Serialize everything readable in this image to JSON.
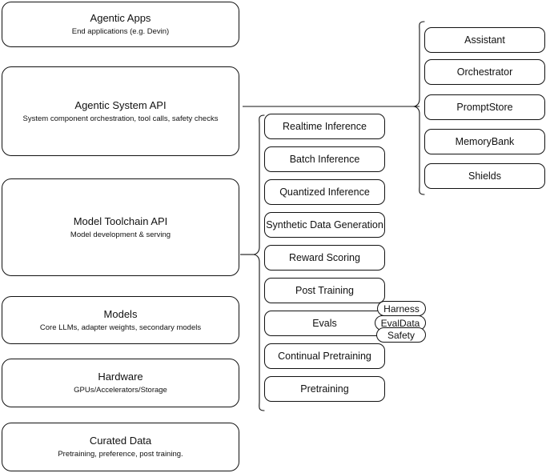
{
  "diagram": {
    "title": "Agentic stack layers",
    "stroke_color": "#111111",
    "background_color": "#ffffff",
    "layers": [
      {
        "title": "Agentic Apps",
        "subtitle": "End applications (e.g. Devin)"
      },
      {
        "title": "Agentic System API",
        "subtitle": "System component orchestration, tool calls, safety checks"
      },
      {
        "title": "Model Toolchain API",
        "subtitle": "Model development & serving"
      },
      {
        "title": "Models",
        "subtitle": "Core LLMs, adapter weights, secondary models"
      },
      {
        "title": "Hardware",
        "subtitle": "GPUs/Accelerators/Storage"
      },
      {
        "title": "Curated Data",
        "subtitle": "Pretraining, preference, post training."
      }
    ],
    "toolchain_capabilities": [
      {
        "label": "Realtime Inference"
      },
      {
        "label": "Batch Inference"
      },
      {
        "label": "Quantized Inference"
      },
      {
        "label": "Synthetic Data Generation"
      },
      {
        "label": "Reward Scoring"
      },
      {
        "label": "Post Training"
      },
      {
        "label": "Evals"
      },
      {
        "label": "Continual Pretraining"
      },
      {
        "label": "Pretraining"
      }
    ],
    "agentic_components": [
      {
        "label": "Assistant"
      },
      {
        "label": "Orchestrator"
      },
      {
        "label": "PromptStore"
      },
      {
        "label": "MemoryBank"
      },
      {
        "label": "Shields"
      }
    ],
    "evals_tags": [
      {
        "label": "Harness"
      },
      {
        "label": "EvalData"
      },
      {
        "label": "Safety"
      }
    ]
  }
}
